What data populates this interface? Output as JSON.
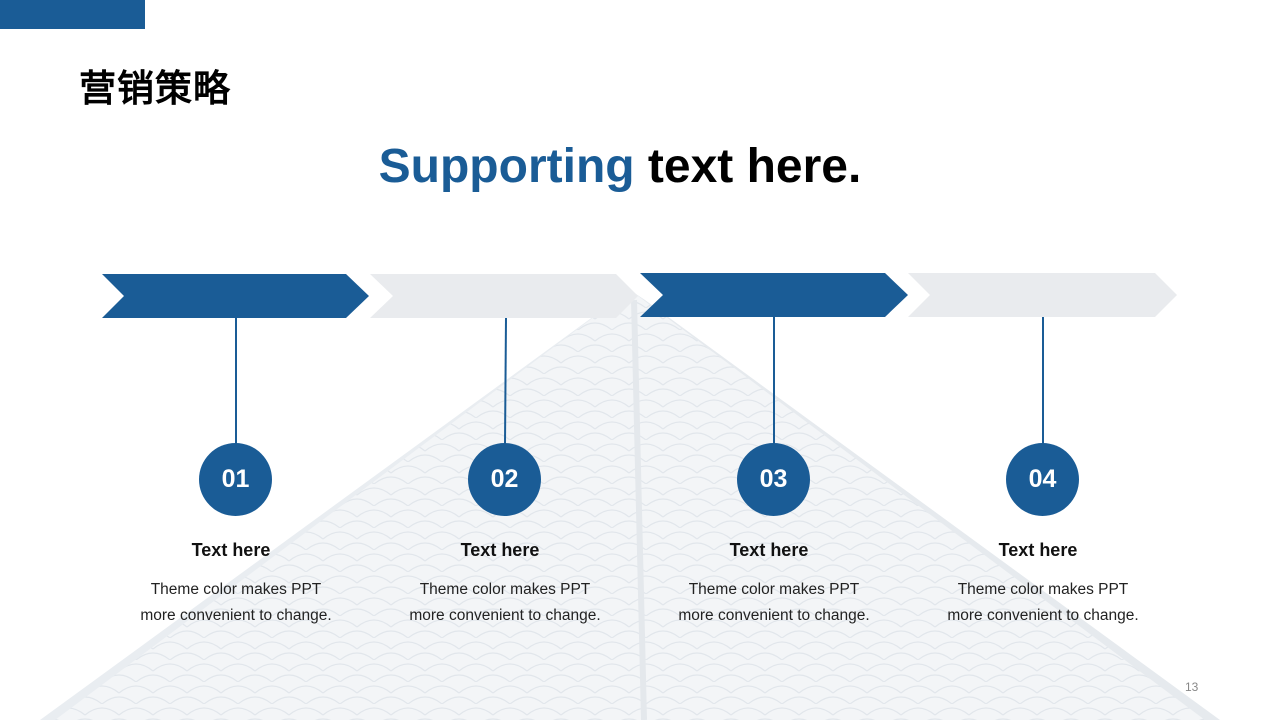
{
  "slide": {
    "title": "营销策略",
    "subtitle_accent": "Supporting",
    "subtitle_rest": " text here.",
    "page_number": "13"
  },
  "colors": {
    "accent": "#1a5c96",
    "arrow_light": "#e9ebee",
    "text": "#000000"
  },
  "steps": [
    {
      "number": "01",
      "title": "Text here",
      "desc_line1": "Theme color makes PPT",
      "desc_line2": "more convenient to change."
    },
    {
      "number": "02",
      "title": "Text here",
      "desc_line1": "Theme color makes PPT",
      "desc_line2": "more convenient to change."
    },
    {
      "number": "03",
      "title": "Text here",
      "desc_line1": "Theme color makes PPT",
      "desc_line2": "more convenient to change."
    },
    {
      "number": "04",
      "title": "Text here",
      "desc_line1": "Theme color makes PPT",
      "desc_line2": "more convenient to change."
    }
  ]
}
